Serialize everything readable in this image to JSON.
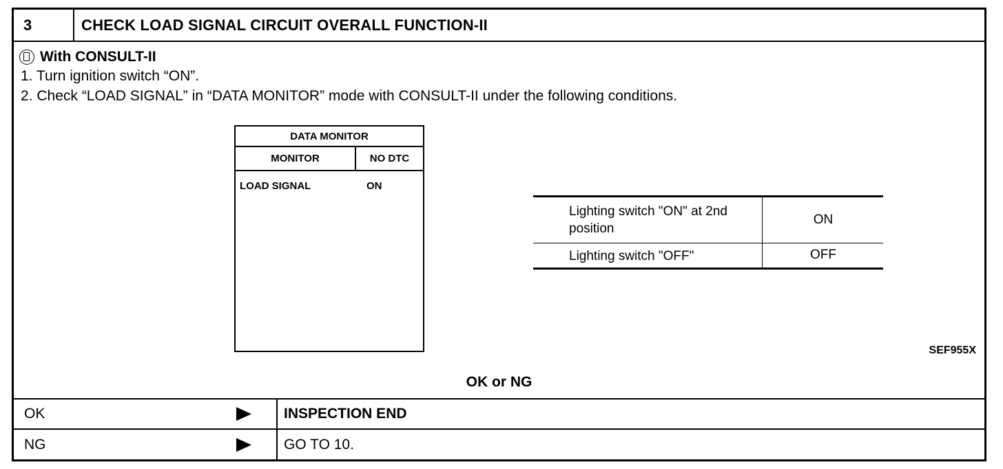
{
  "step": {
    "number": "3",
    "title": "CHECK LOAD SIGNAL CIRCUIT OVERALL FUNCTION-II"
  },
  "method": {
    "icon": "consult-icon",
    "label": "With CONSULT-II"
  },
  "instructions": [
    "1.  Turn ignition switch “ON”.",
    "2.  Check “LOAD SIGNAL” in “DATA MONITOR” mode with CONSULT-II under the following conditions."
  ],
  "data_monitor": {
    "title": "DATA MONITOR",
    "col_monitor": "MONITOR",
    "col_status": "NO DTC",
    "row_label": "LOAD SIGNAL",
    "row_value": "ON"
  },
  "conditions": {
    "rows": [
      {
        "condition": "Lighting switch \"ON\" at 2nd position",
        "value": "ON"
      },
      {
        "condition": "Lighting switch \"OFF\"",
        "value": "OFF"
      }
    ]
  },
  "figure_code": "SEF955X",
  "result_prompt": "OK or NG",
  "outcomes": [
    {
      "label": "OK",
      "action": "INSPECTION END"
    },
    {
      "label": "NG",
      "action": "GO TO 10."
    }
  ]
}
